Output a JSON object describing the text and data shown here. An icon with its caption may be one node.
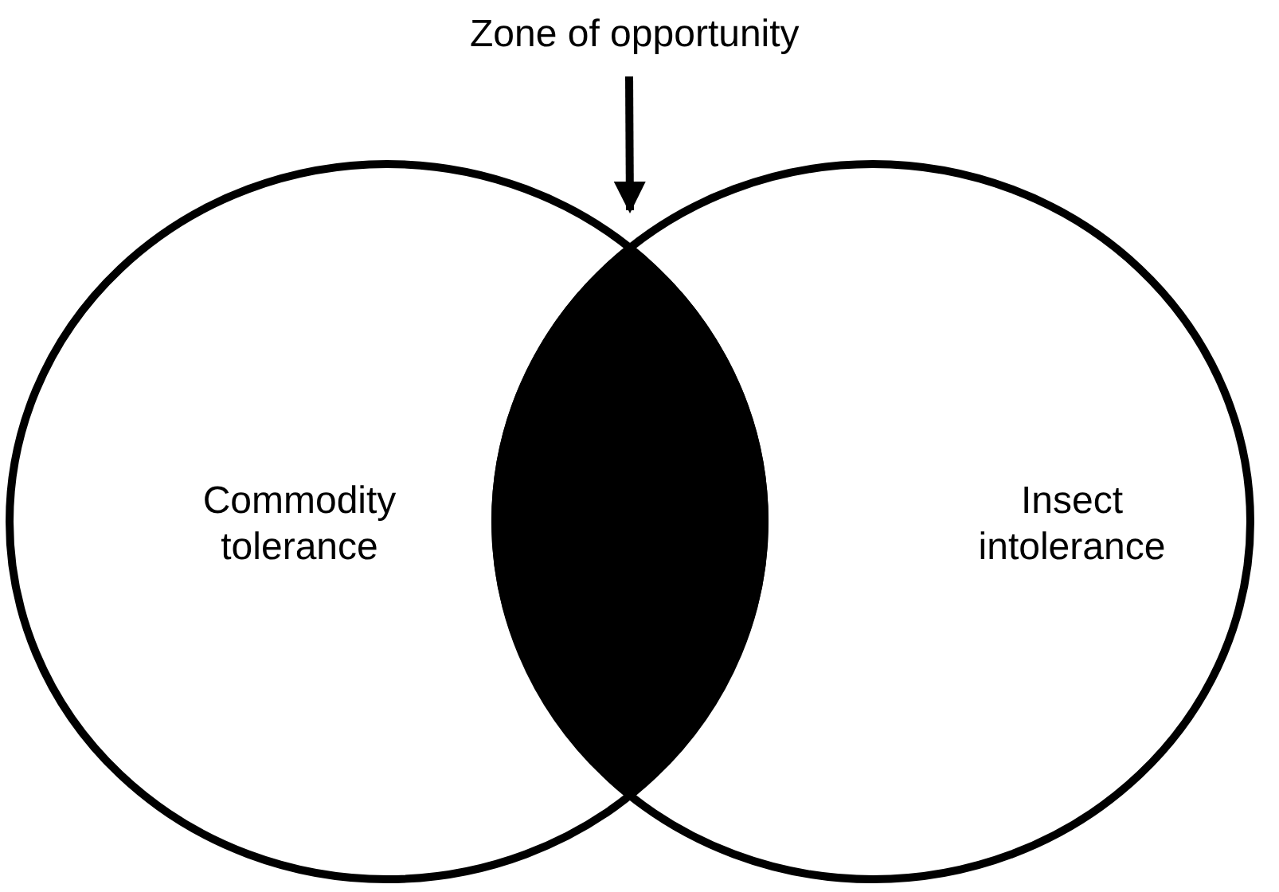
{
  "diagram": {
    "nodes": [
      {
        "text": [
          "Zone of opportunity"
        ]
      },
      {
        "text": [
          "Commodity tolerance"
        ]
      },
      {
        "text": [
          "Insect intolerance"
        ]
      },
      {
        "text": [],
        "shape": "lens"
      }
    ],
    "edges": [
      {
        "from": 0,
        "to": 3,
        "arrow": "to"
      }
    ]
  }
}
